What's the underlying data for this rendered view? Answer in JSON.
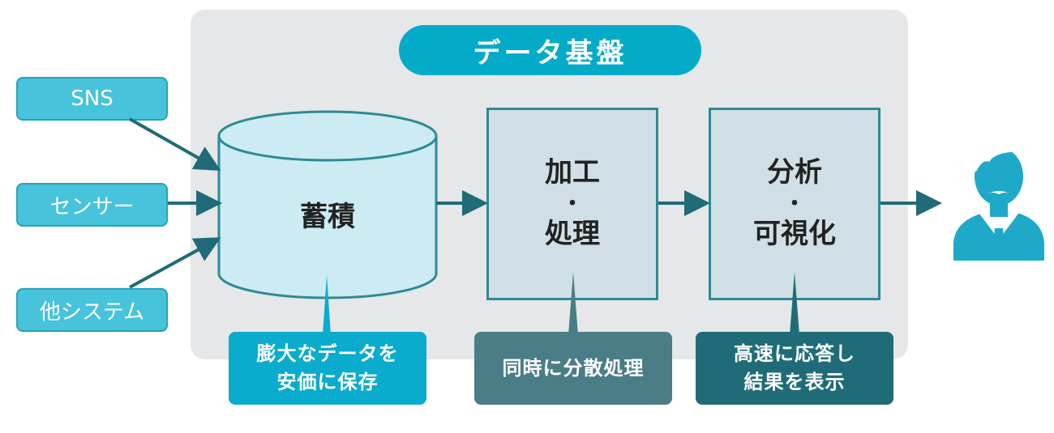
{
  "title": "データ基盤",
  "sources": [
    "SNS",
    "センサー",
    "他システム"
  ],
  "stages": {
    "storage": "蓄積",
    "processing": {
      "line1": "加工",
      "dot": "・",
      "line2": "処理"
    },
    "analysis": {
      "line1": "分析",
      "dot": "・",
      "line2": "可視化"
    }
  },
  "callouts": {
    "storage": {
      "line1": "膨大なデータを",
      "line2": "安価に保存"
    },
    "processing": {
      "line1": "同時に分散処理"
    },
    "analysis": {
      "line1": "高速に応答し",
      "line2": "結果を表示"
    }
  },
  "colors": {
    "platform_bg": "#e5e7e8",
    "title_pill": "#04abc9",
    "source_fill": "#47c3dc",
    "storage_fill": "#cdebf2",
    "stage_box_fill": "#cfdfe5",
    "arrow": "#1f6b78",
    "callout_storage": "#0aaccd",
    "callout_processing": "#4a7d86",
    "callout_analysis": "#1f6c78",
    "user_icon": "#1ea9c8"
  },
  "icons": {
    "user": "user-icon"
  }
}
